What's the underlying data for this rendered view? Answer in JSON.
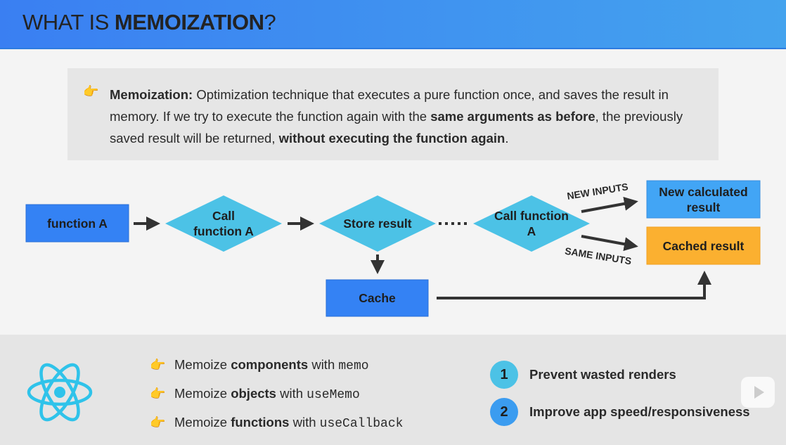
{
  "header": {
    "title_prefix": "WHAT IS ",
    "title_bold": "MEMOIZATION",
    "title_suffix": "?"
  },
  "definition": {
    "icon": "pointing-hand-icon",
    "term": "Memoization:",
    "text1": " Optimization technique that executes a pure function once, and saves the result in memory. If we try to execute the function again with the ",
    "bold1": "same arguments as before",
    "text2": ", the previously saved result will be returned, ",
    "bold2": "without executing the function again",
    "text3": "."
  },
  "diagram": {
    "function_a": "function A",
    "call_1": "Call function A",
    "store": "Store result",
    "call_2": "Call function A",
    "cache": "Cache",
    "new_inputs": "NEW INPUTS",
    "same_inputs": "SAME INPUTS",
    "new_result": "New calculated result",
    "cached_result": "Cached result"
  },
  "bullets": [
    {
      "pre": "Memoize ",
      "bold": "components",
      "mid": " with ",
      "code": "memo"
    },
    {
      "pre": "Memoize ",
      "bold": "objects",
      "mid": " with ",
      "code": "useMemo"
    },
    {
      "pre": "Memoize ",
      "bold": "functions",
      "mid": " with ",
      "code": "useCallback"
    }
  ],
  "benefits": [
    {
      "num": "1",
      "text": "Prevent wasted renders"
    },
    {
      "num": "2",
      "text": "Improve app speed/responsiveness"
    }
  ],
  "colors": {
    "blue": "#3b82f6",
    "cyan": "#4cc2e6",
    "orange": "#fbb030",
    "lightblue": "#42a5f5"
  }
}
